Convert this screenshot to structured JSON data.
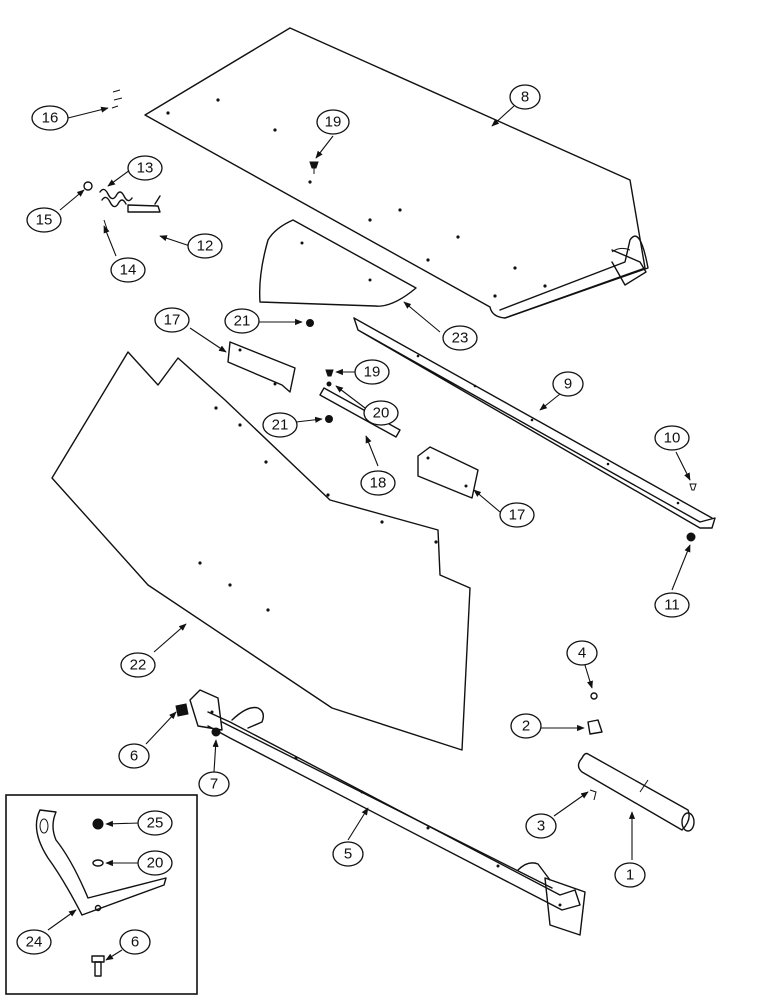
{
  "callouts": {
    "c1": "1",
    "c2": "2",
    "c3": "3",
    "c4": "4",
    "c5": "5",
    "c6": "6",
    "c6b": "6",
    "c7": "7",
    "c8": "8",
    "c9": "9",
    "c10": "10",
    "c11": "11",
    "c12": "12",
    "c13": "13",
    "c14": "14",
    "c15": "15",
    "c16": "16",
    "c17a": "17",
    "c17b": "17",
    "c18": "18",
    "c19a": "19",
    "c19b": "19",
    "c20a": "20",
    "c20b": "20",
    "c21a": "21",
    "c21b": "21",
    "c22": "22",
    "c23": "23",
    "c24": "24",
    "c25": "25"
  }
}
